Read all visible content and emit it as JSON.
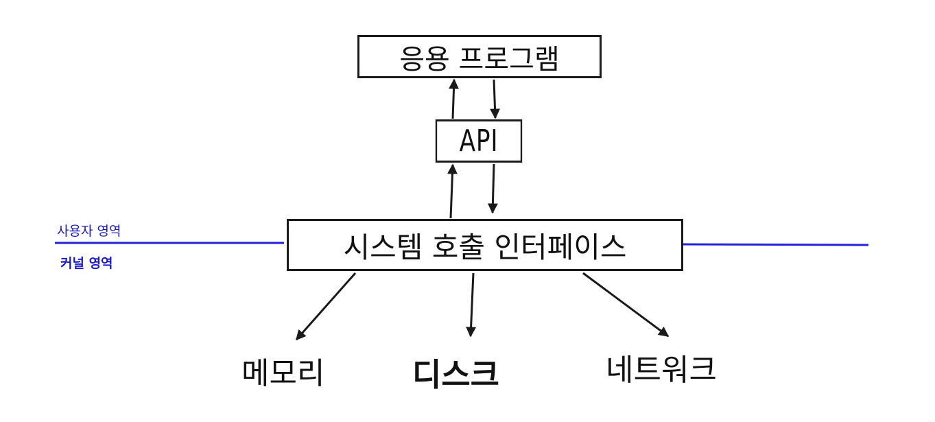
{
  "nodes": {
    "application": "응용 프로그램",
    "api": "API",
    "system_call_interface": "시스템 호출 인터페이스"
  },
  "regions": {
    "user_space": "사용자 영역",
    "kernel_space": "커널 영역"
  },
  "resources": {
    "memory": "메모리",
    "disk": "디스크",
    "network": "네트워크"
  },
  "colors": {
    "boundary_line": "#2222dd",
    "region_label": "#1a1acc",
    "stroke": "#1a1a1a"
  }
}
